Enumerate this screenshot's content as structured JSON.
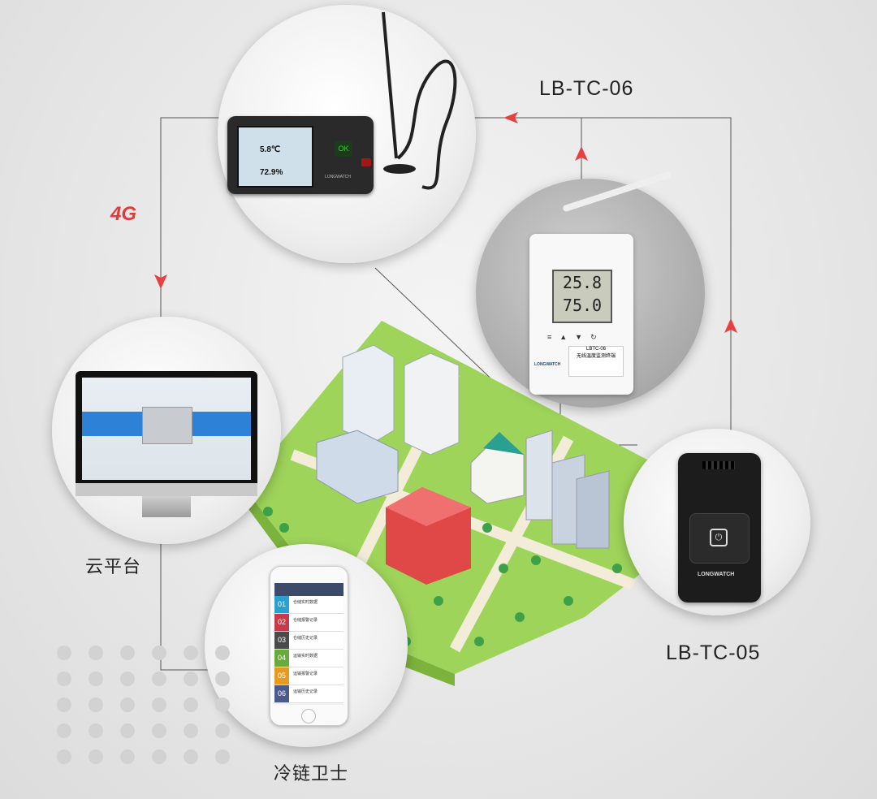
{
  "labels": {
    "lb_tc_06": "LB-TC-06",
    "lb_tc_05": "LB-TC-05",
    "cloud_platform": "云平台",
    "cold_chain_guard": "冷链卫士",
    "network": "4G"
  },
  "logger": {
    "temperature": "5.8℃",
    "humidity": "72.9%",
    "ok_button": "OK",
    "brand": "LONGWATCH"
  },
  "tc06_device": {
    "temperature": "25.8",
    "humidity": "75.0",
    "humidity_unit": "%",
    "model": "LBTC-06",
    "name": "无线温度监测终端",
    "brand": "LONGWATCH"
  },
  "tc05_device": {
    "brand": "LONGWATCH"
  },
  "phone_app": {
    "items": [
      {
        "num": "01",
        "label": "仓储实时数据",
        "color": "#2a9fd0"
      },
      {
        "num": "02",
        "label": "仓储报警记录",
        "color": "#c83a4a"
      },
      {
        "num": "03",
        "label": "仓储历史记录",
        "color": "#4a4a4a"
      },
      {
        "num": "04",
        "label": "运输实时数据",
        "color": "#6aaa3a"
      },
      {
        "num": "05",
        "label": "运输报警记录",
        "color": "#e89a20"
      },
      {
        "num": "06",
        "label": "运输历史记录",
        "color": "#4a5a8a"
      }
    ]
  },
  "colors": {
    "arrow": "#e84040",
    "line": "#555555",
    "ground": "#9ed45a"
  }
}
